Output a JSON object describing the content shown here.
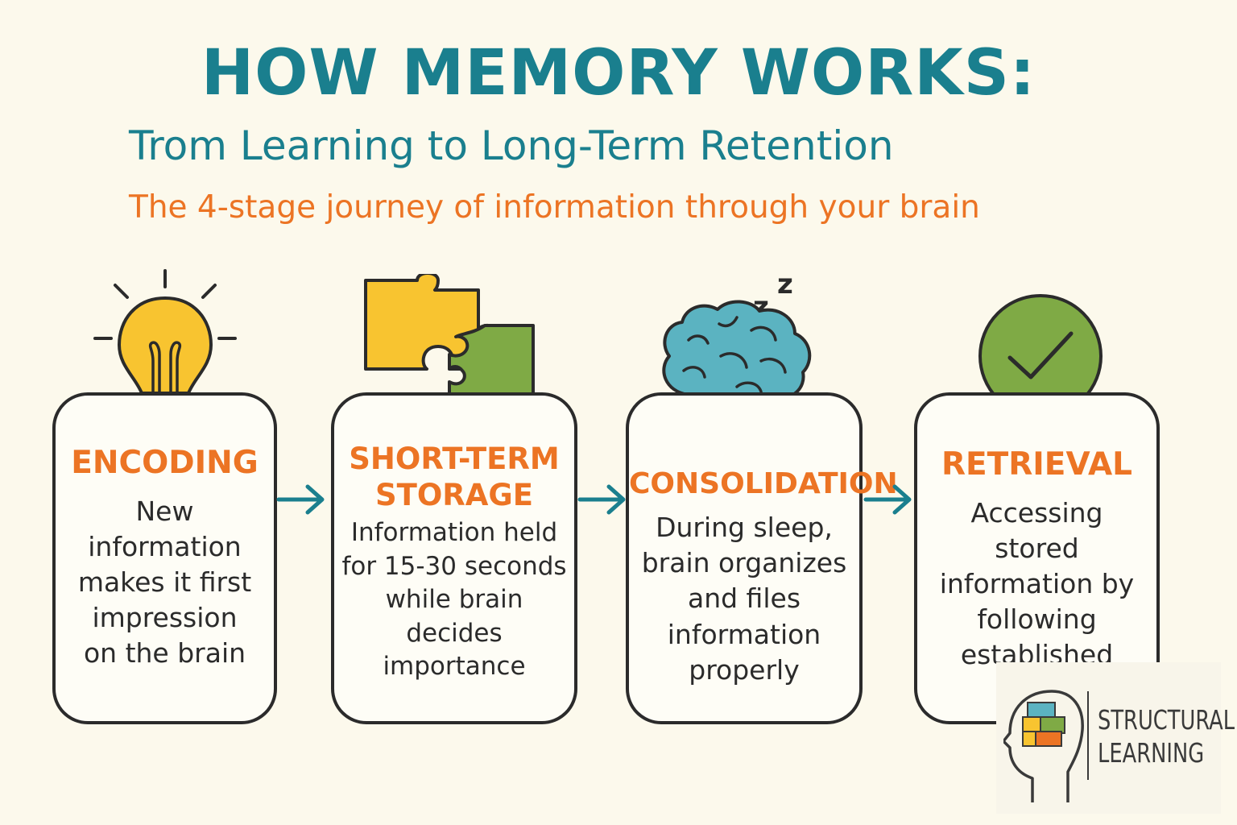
{
  "header": {
    "title": "HOW MEMORY WORKS:",
    "subtitle": "Trom Learning to Long-Term Retention",
    "tagline": "The 4-stage journey of information through your brain"
  },
  "stages": [
    {
      "title": "ENCODING",
      "body": "New\ninformation\nmakes it first\nimpression\non the brain",
      "icon": "lightbulb-icon"
    },
    {
      "title": "SHORT-TERM\nSTORAGE",
      "body": "Information held\nfor 15-30 seconds\nwhile brain\ndecides\nimportance",
      "icon": "puzzle-icon"
    },
    {
      "title": "CONSOLIDATION",
      "body": "During sleep,\nbrain organizes\nand files\ninformation\nproperly",
      "icon": "sleeping-brain-icon"
    },
    {
      "title": "RETRIEVAL",
      "body": "Accessing\nstored\ninformation by\nfollowing\nestablished\nneural",
      "icon": "checkmark-icon"
    }
  ],
  "logo": {
    "text": "STRUCTURAL\nLEARNING"
  },
  "colors": {
    "teal": "#1a7f8e",
    "orange": "#ec7424",
    "yellow": "#f8c430",
    "green": "#7faa45",
    "brain_blue": "#5bb3c1",
    "background": "#fcf9ec"
  }
}
